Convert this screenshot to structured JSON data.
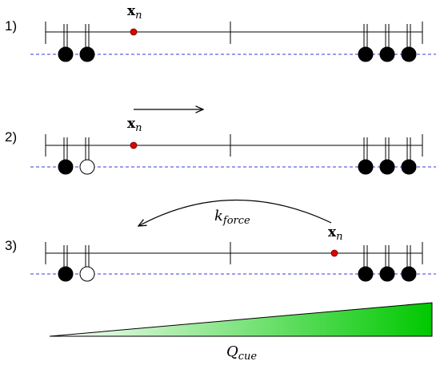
{
  "panels": [
    {
      "label": "1)",
      "filled": [
        true,
        true,
        true,
        true,
        true
      ]
    },
    {
      "label": "2)",
      "filled": [
        true,
        false,
        true,
        true,
        true
      ]
    },
    {
      "label": "3)",
      "filled": [
        true,
        false,
        true,
        true,
        true
      ]
    }
  ],
  "particle_label": {
    "main": "x",
    "sub": "n"
  },
  "force_label": {
    "main": "k",
    "sub": "force"
  },
  "cue_label": {
    "main": "Q",
    "sub": "cue"
  },
  "colors": {
    "particle": "#e00000",
    "dashed_line": "#3a3adf",
    "gradient_light": "#ffffff",
    "gradient_dark": "#00c800"
  }
}
